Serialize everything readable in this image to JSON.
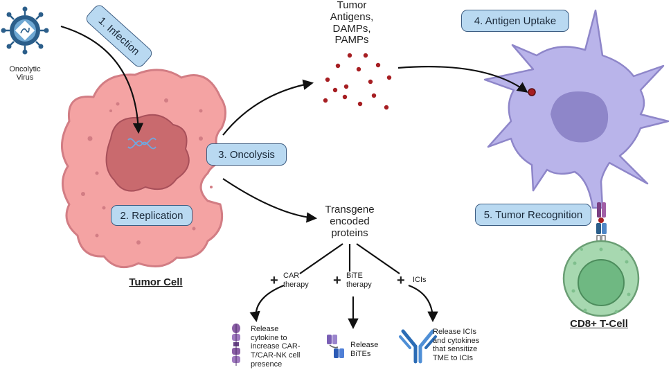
{
  "virus": {
    "label": "Oncolytic\nVirus",
    "color": "#2b5e8a"
  },
  "steps": {
    "infection": "1. Infection",
    "replication": "2. Replication",
    "oncolysis": "3. Oncolysis",
    "antigen_uptake": "4. Antigen Uptake",
    "tumor_recognition": "5. Tumor Recognition"
  },
  "tumor_cell": {
    "label": "Tumor Cell",
    "color": "#f4a3a3",
    "nucleus_color": "#c96a6e"
  },
  "antigens": {
    "label": "Tumor\nAntigens,\nDAMPs,\nPAMPs",
    "dot_color": "#a61e22"
  },
  "transgene": {
    "label": "Transgene\nencoded\nproteins"
  },
  "therapies": [
    {
      "plus": "+",
      "name": "CAR\ntherapy",
      "result": "Release\ncytokine to\nincrease CAR-\nT/CAR-NK cell\npresence"
    },
    {
      "plus": "+",
      "name": "BiTE\ntherapy",
      "result": "Release\nBiTEs"
    },
    {
      "plus": "+",
      "name": "ICIs",
      "result": "Release ICIs\nand cytokines\nthat sensitize\nTME to ICIs"
    }
  ],
  "dendritic_cell": {
    "color": "#b9b4ea",
    "nucleus_color": "#8e86c9"
  },
  "t_cell": {
    "label": "CD8+ T-Cell",
    "color": "#a7d8b0",
    "nucleus_color": "#6fb882"
  },
  "colors": {
    "box_fill": "#b9d9f1",
    "box_border": "#3d5d82",
    "arrow": "#111111"
  }
}
